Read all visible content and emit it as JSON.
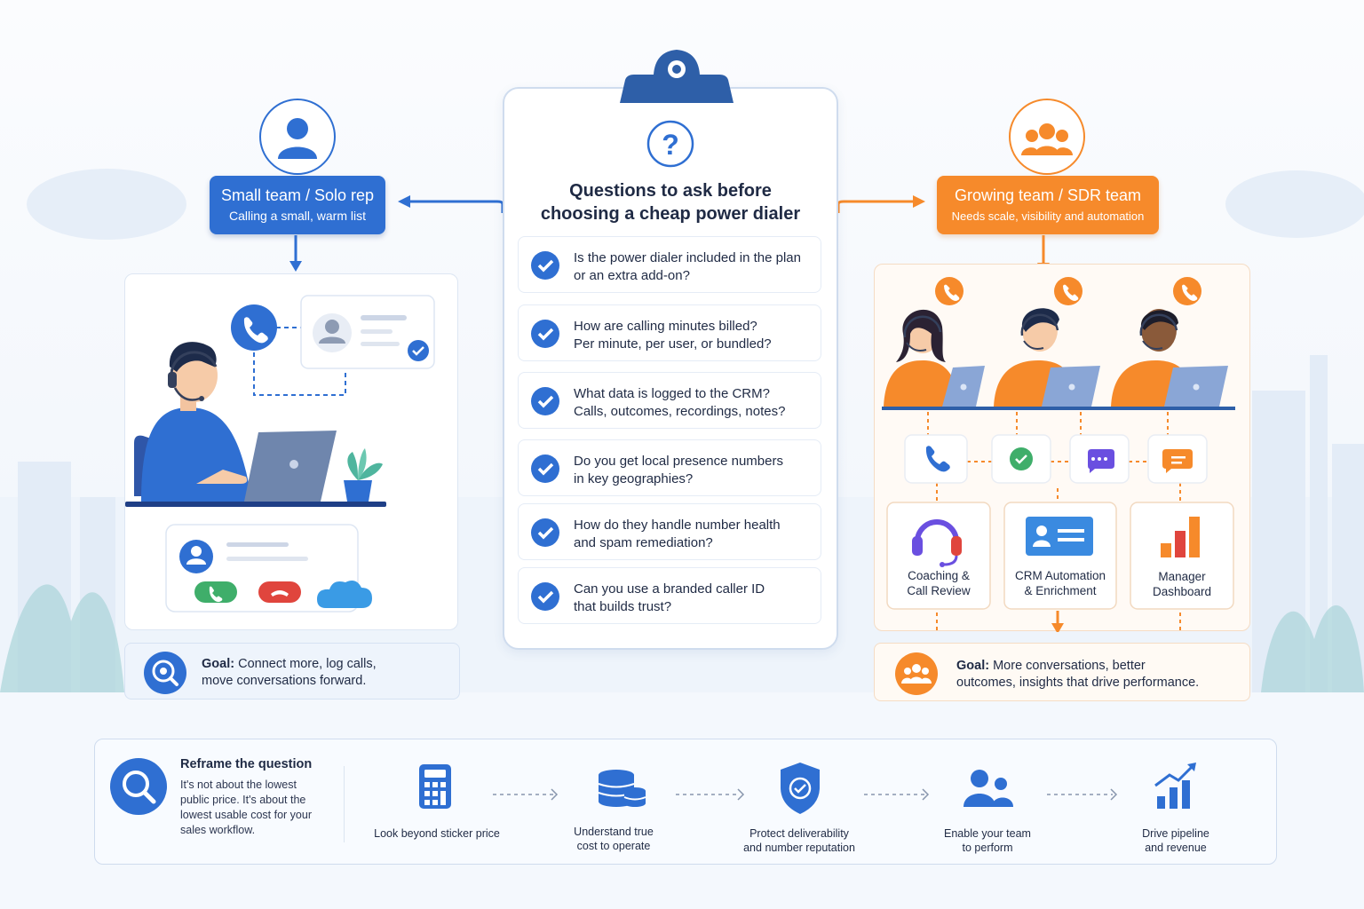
{
  "center": {
    "title_line1": "Questions to ask before",
    "title_line2": "choosing a cheap power dialer",
    "questions": [
      {
        "line1": "Is the power dialer included in the plan",
        "line2": "or an extra add-on?"
      },
      {
        "line1": "How are calling minutes billed?",
        "line2": "Per minute, per user, or bundled?"
      },
      {
        "line1": "What data is logged to the CRM?",
        "line2": "Calls, outcomes, recordings, notes?"
      },
      {
        "line1": "Do you get local presence numbers",
        "line2": "in key geographies?"
      },
      {
        "line1": "How do they handle number health",
        "line2": "and spam remediation?"
      },
      {
        "line1": "Can you use a branded caller ID",
        "line2": "that builds trust?"
      }
    ]
  },
  "left": {
    "title": "Small team / Solo rep",
    "subtitle": "Calling a small, warm list",
    "goal_label": "Goal:",
    "goal_line1": "Connect more, log calls,",
    "goal_line2": "move conversations forward."
  },
  "right": {
    "title": "Growing team / SDR team",
    "subtitle": "Needs scale, visibility and automation",
    "features": [
      {
        "line1": "Coaching &",
        "line2": "Call Review"
      },
      {
        "line1": "CRM Automation",
        "line2": "& Enrichment"
      },
      {
        "line1": "Manager",
        "line2": "Dashboard"
      }
    ],
    "goal_label": "Goal:",
    "goal_line1": "More conversations, better",
    "goal_line2": "outcomes, insights that drive performance."
  },
  "bottom": {
    "reframe_title": "Reframe the question",
    "reframe_lines": [
      "It's not about the lowest",
      "public price. It's about the",
      "lowest usable cost for your",
      "sales workflow."
    ],
    "steps": [
      {
        "line1": "Look beyond sticker price",
        "line2": ""
      },
      {
        "line1": "Understand true",
        "line2": "cost to operate"
      },
      {
        "line1": "Protect deliverability",
        "line2": "and number reputation"
      },
      {
        "line1": "Enable your team",
        "line2": "to perform"
      },
      {
        "line1": "Drive pipeline",
        "line2": "and revenue"
      }
    ]
  },
  "colors": {
    "blue": "#2f6fd2",
    "orange": "#f68a2b",
    "green": "#3fae6a",
    "red": "#e0453d",
    "purple": "#6a4fe0"
  },
  "icons": [
    "user-icon",
    "team-icon",
    "question-icon",
    "check-icon",
    "phone-icon",
    "headset-icon",
    "crm-card-icon",
    "bar-chart-icon",
    "search-icon",
    "calculator-icon",
    "coins-icon",
    "shield-check-icon",
    "users-icon",
    "growth-chart-icon",
    "chat-icon",
    "message-icon",
    "cloud-icon"
  ]
}
